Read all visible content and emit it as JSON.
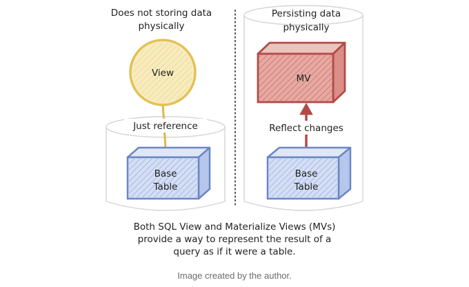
{
  "left": {
    "note_line1": "Does not storing data",
    "note_line2": "physically",
    "view_label": "View",
    "relation_label": "Just reference",
    "table_line1": "Base",
    "table_line2": "Table"
  },
  "right": {
    "note_line1": "Persisting data",
    "note_line2": "physically",
    "mv_label": "MV",
    "relation_label": "Reflect changes",
    "table_line1": "Base",
    "table_line2": "Table"
  },
  "summary": {
    "line1": "Both SQL View and Materialize Views (MVs)",
    "line2": "provide a way to represent the result of a",
    "line3": "query as if it were a table."
  },
  "caption": "Image created by the author.",
  "colors": {
    "view_yellow": "#e8c65a",
    "view_fill": "#f5e7ad",
    "mv_red": "#b8504a",
    "mv_fill": "#e9b6b0",
    "table_blue": "#6a86c4",
    "table_fill": "#c7d4f0",
    "cylinder_line": "#d9d9d9"
  }
}
